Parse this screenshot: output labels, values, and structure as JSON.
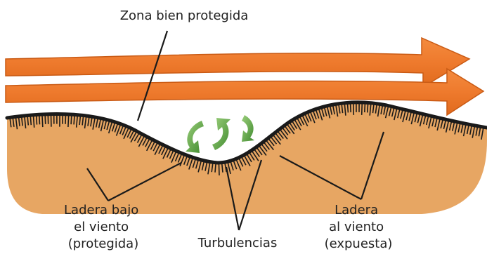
{
  "labels": {
    "top": "Zona bien protegida",
    "leeward": [
      "Ladera bajo",
      "el viento",
      "(protegida)"
    ],
    "turbulence": "Turbulencias",
    "windward": [
      "Ladera",
      "al viento",
      "(expuesta)"
    ]
  },
  "colors": {
    "wind": "#ee7a2d",
    "wind_outline": "#c95a14",
    "ground": "#e7a663",
    "ridge": "#1a1a1a",
    "turbulence_arrows": "#5fa447",
    "text": "#222222"
  },
  "icons": [
    "wind-arrow-icon",
    "wind-arrow-icon",
    "turbulence-arrows-icon"
  ]
}
